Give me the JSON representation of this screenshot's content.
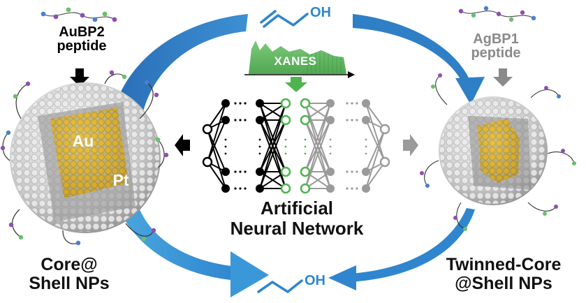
{
  "labels": {
    "left_peptide": [
      "AuBP2",
      "peptide"
    ],
    "right_peptide": [
      "AgBP1",
      "peptide"
    ],
    "left_np": [
      "Core@",
      "Shell NPs"
    ],
    "right_np": [
      "Twinned-Core",
      "@Shell NPs"
    ],
    "ann": [
      "Artificial",
      "Neural Network"
    ],
    "au": "Au",
    "pt": "Pt",
    "xanes": "XANES",
    "reactant_oh": "OH",
    "product_oh": "OH"
  },
  "colors": {
    "arrow_blue": "#2f7fc6",
    "arrow_light": "#63b6e6",
    "gold": "#d4ad2a",
    "platinum": "#d9d9d9",
    "xanes_green": "#4fb44f",
    "network_grey": "#9a9a9a",
    "peptide_purple": "#8e4fb0",
    "peptide_green": "#6ac06a",
    "peptide_blue": "#4a7fd0"
  },
  "icons": [
    "allyl-alcohol-molecule",
    "propanol-molecule",
    "neural-network",
    "nanoparticle",
    "peptide-chain"
  ]
}
